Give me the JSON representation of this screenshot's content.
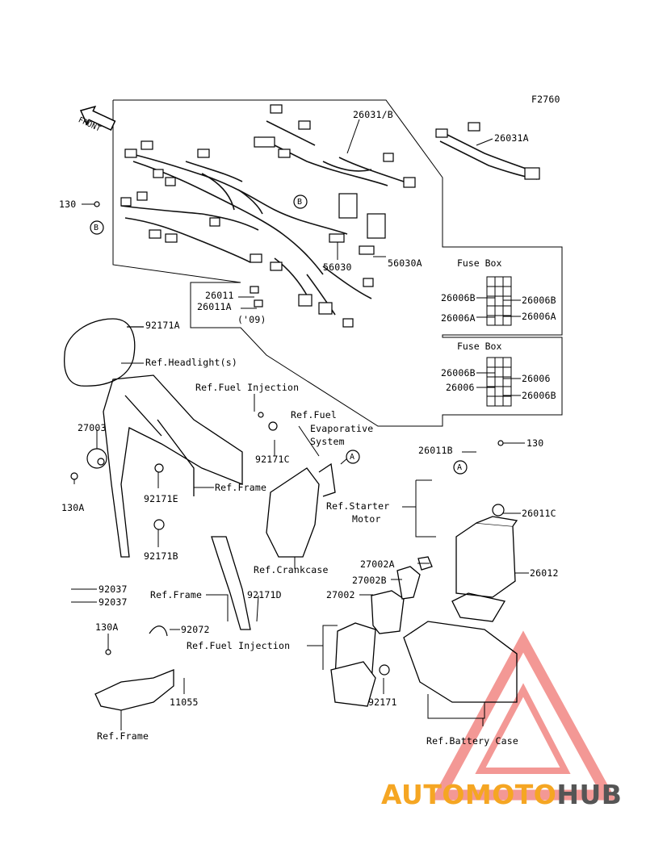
{
  "diagram": {
    "code": "F2760",
    "front_arrow": "FRONT",
    "labels": {
      "p26031B": "26031/B",
      "p26031A": "26031A",
      "p130_top": "130",
      "circle_B_top": "B",
      "circle_B_mid": "B",
      "p56030": "56030",
      "p56030A": "56030A",
      "p26011": "26011",
      "p26011A": "26011A",
      "y09": "('09)",
      "p92171A": "92171A",
      "ref_headlight": "Ref.Headlight(s)",
      "ref_fuel_inj_1": "Ref.Fuel Injection",
      "ref_fuel_evap_1": "Ref.Fuel",
      "ref_fuel_evap_2": "Evaporative",
      "ref_fuel_evap_3": "System",
      "circle_A_1": "A",
      "p27003": "27003",
      "p130A_1": "130A",
      "p92171C": "92171C",
      "p92171E": "92171E",
      "ref_frame_1": "Ref.Frame",
      "p92171B": "92171B",
      "p26011B": "26011B",
      "p130_right": "130",
      "circle_A_2": "A",
      "ref_starter_1": "Ref.Starter",
      "ref_starter_2": "Motor",
      "p26011C": "26011C",
      "ref_crankcase": "Ref.Crankcase",
      "p27002A": "27002A",
      "p26012": "26012",
      "p27002B": "27002B",
      "p27002": "27002",
      "p92037_1": "92037",
      "p92037_2": "92037",
      "ref_frame_2": "Ref.Frame",
      "p92171D": "92171D",
      "p130A_2": "130A",
      "p92072": "92072",
      "ref_fuel_inj_2": "Ref.Fuel Injection",
      "p11055": "11055",
      "p92171": "92171",
      "ref_frame_3": "Ref.Frame",
      "ref_battery_case": "Ref.Battery Case"
    },
    "fuse_box_1": {
      "title": "Fuse Box",
      "left_1": "26006B",
      "left_2": "26006A",
      "right_1": "26006B",
      "right_2": "26006A"
    },
    "fuse_box_2": {
      "title": "Fuse Box",
      "left_1": "26006B",
      "left_2": "26006",
      "right_1": "26006",
      "right_2": "26006B"
    }
  },
  "watermark": {
    "part1": "AUTOMOTO",
    "part2": "HUB",
    "color_triangle": "#e8342d",
    "color_text_1": "#f5a623",
    "color_text_2": "#555555"
  }
}
